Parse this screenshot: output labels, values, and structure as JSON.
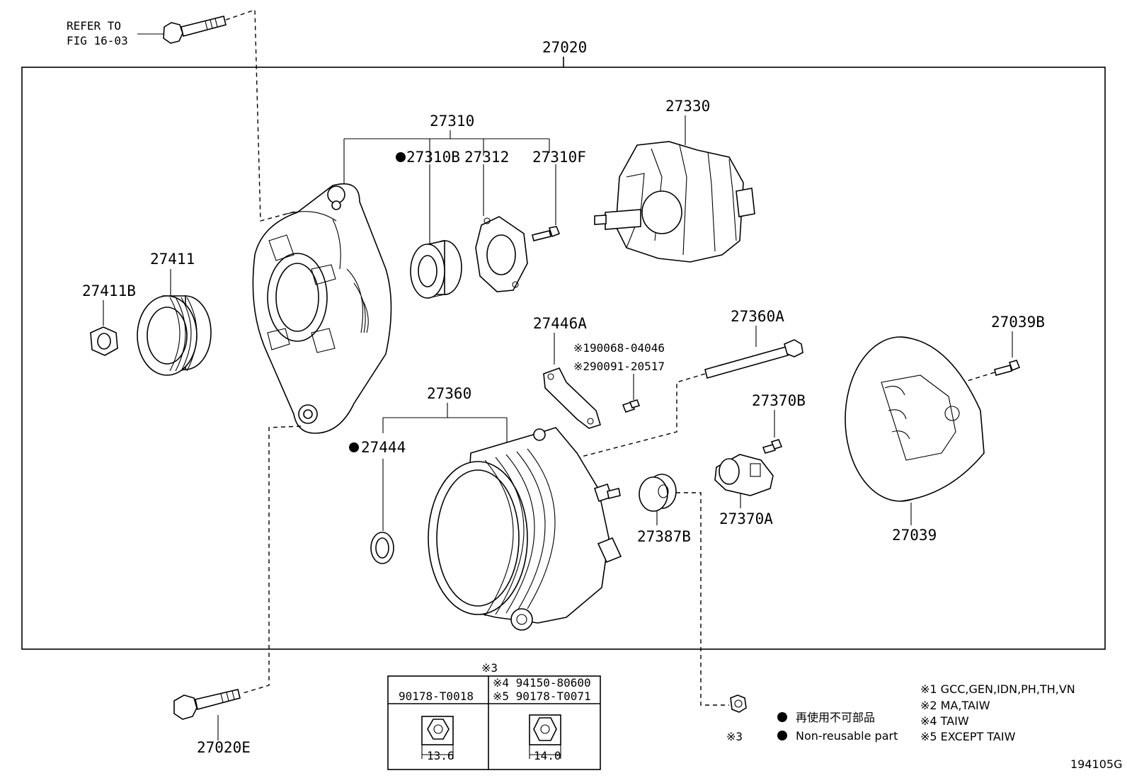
{
  "diagram": {
    "assembly_number": "27020",
    "refer_note": {
      "line1": "REFER TO",
      "line2": "FIG 16-03"
    },
    "labels": {
      "p27310": "27310",
      "p27310B": "27310B",
      "p27312": "27312",
      "p27310F": "27310F",
      "p27330": "27330",
      "p27411": "27411",
      "p27411B": "27411B",
      "p27446A": "27446A",
      "p27360A": "27360A",
      "p27039B": "27039B",
      "p27360": "27360",
      "p27444": "27444",
      "p27370B": "27370B",
      "p27370A": "27370A",
      "p27387B": "27387B",
      "p27039": "27039",
      "p27020E": "27020E"
    },
    "alt_parts": {
      "alt1": "※190068-04046",
      "alt2": "※290091-20517"
    },
    "table": {
      "note": "※3",
      "col1_header": "90178-T0018",
      "col2_header_line1": "※4  94150-80600",
      "col2_header_line2": "※5  90178-T0071",
      "col1_dim": "13.6",
      "col2_dim": "14.0"
    },
    "nut_note": "※3",
    "legend": {
      "jp": "再使用不可部品",
      "en": "Non-reusable part"
    },
    "footnotes": [
      "※1 GCC,GEN,IDN,PH,TH,VN",
      "※2 MA,TAIW",
      "※4 TAIW",
      "※5 EXCEPT TAIW"
    ],
    "figure_id": "194105G"
  }
}
